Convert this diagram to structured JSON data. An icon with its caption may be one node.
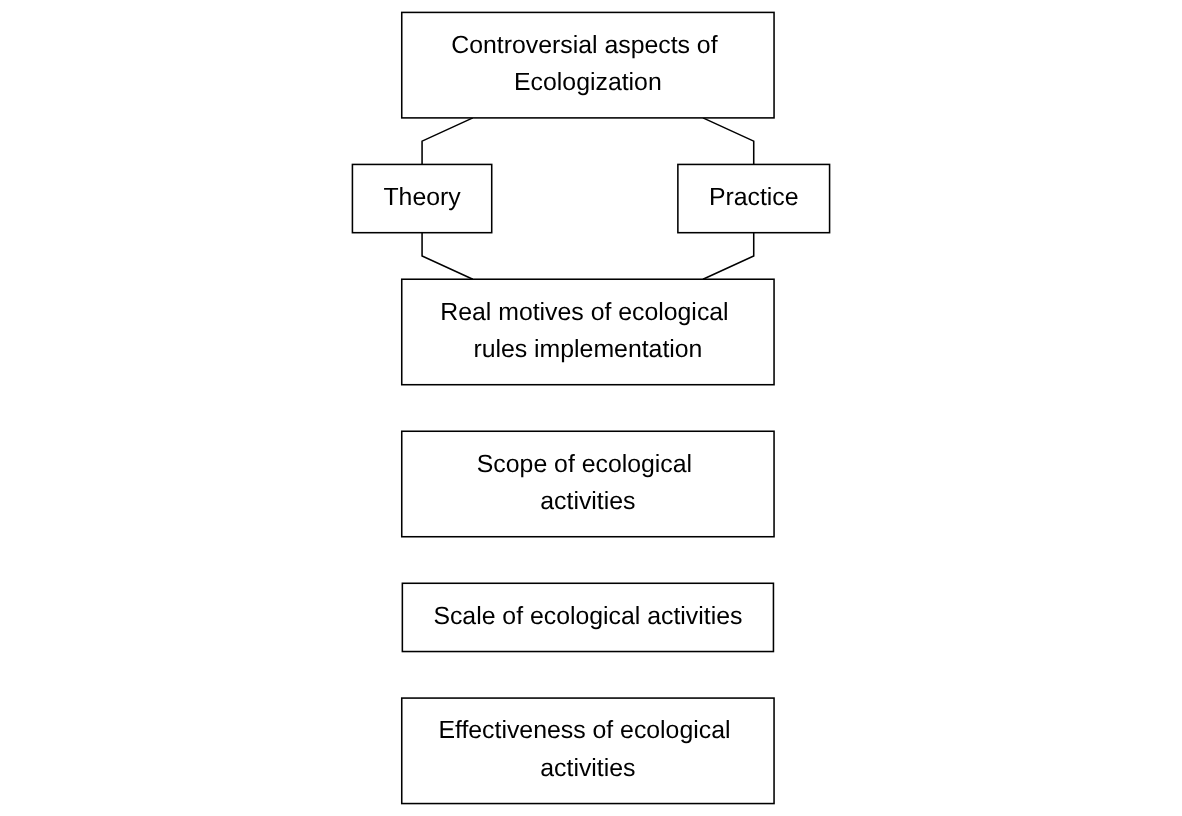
{
  "diagram": {
    "nodes": [
      {
        "text": [
          "Controversial aspects of Ecologization"
        ]
      },
      {
        "text": [
          "Theory"
        ]
      },
      {
        "text": [
          "Practice"
        ]
      },
      {
        "text": [
          "Real motives of ecological rules implementation"
        ]
      },
      {
        "text": [
          "Scope of ecological activities"
        ]
      },
      {
        "text": [
          "Scale of ecological activities"
        ]
      },
      {
        "text": [
          "Effectiveness of ecological activities"
        ]
      }
    ],
    "edges": [
      {
        "from": 0,
        "to": 1,
        "arrow": "none"
      },
      {
        "from": 0,
        "to": 2,
        "arrow": "none"
      },
      {
        "from": 1,
        "to": 3,
        "arrow": "none"
      },
      {
        "from": 2,
        "to": 3,
        "arrow": "none"
      }
    ]
  }
}
